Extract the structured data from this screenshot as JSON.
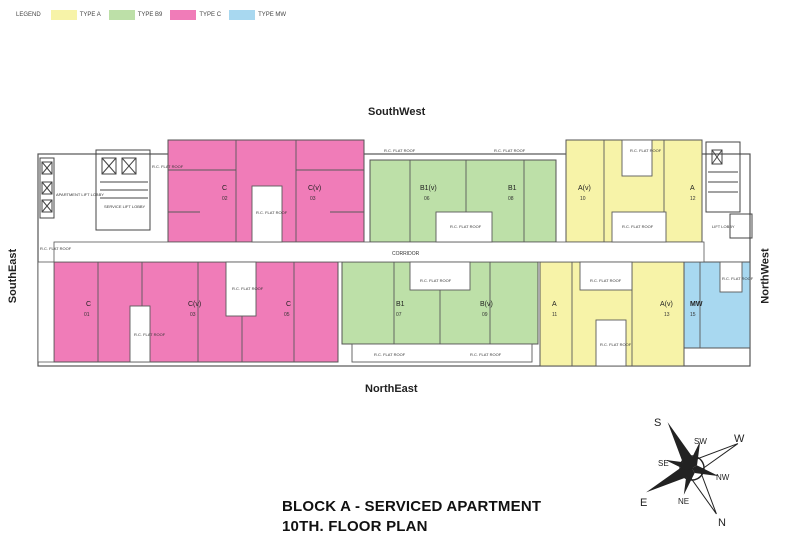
{
  "legend": {
    "label": "LEGEND",
    "items": [
      {
        "name": "TYPE A",
        "color": "#f7f3a8"
      },
      {
        "name": "TYPE B9",
        "color": "#bde0a8"
      },
      {
        "name": "TYPE C",
        "color": "#f07cb8"
      },
      {
        "name": "TYPE MW",
        "color": "#a8d8f0"
      }
    ]
  },
  "directions": {
    "top": "SouthWest",
    "bottom": "NorthEast",
    "left": "SouthEast",
    "right": "NorthWest"
  },
  "labels": {
    "corridor": "CORRIDOR",
    "rc_flat_roof": "R.C. FLAT ROOF",
    "apartment_lift_lobby": "APARTMENT LIFT LOBBY",
    "service_lift_lobby": "SERVICE LIFT LOBBY",
    "lift_lobby": "LIFT LOBBY"
  },
  "units": {
    "top": [
      {
        "type": "C",
        "num": "02"
      },
      {
        "type": "C(v)",
        "num": "03"
      },
      {
        "type": "B1(v)",
        "num": "06"
      },
      {
        "type": "B1",
        "num": "08"
      },
      {
        "type": "A(v)",
        "num": "10"
      },
      {
        "type": "A",
        "num": "12"
      }
    ],
    "bottom": [
      {
        "type": "C",
        "num": "01"
      },
      {
        "type": "C(v)",
        "num": "03"
      },
      {
        "type": "C",
        "num": "05"
      },
      {
        "type": "B1",
        "num": "07"
      },
      {
        "type": "B(v)",
        "num": "09"
      },
      {
        "type": "A",
        "num": "11"
      },
      {
        "type": "A(v)",
        "num": "13"
      },
      {
        "type": "MW",
        "num": "15"
      }
    ]
  },
  "title": {
    "line1": "BLOCK A - SERVICED APARTMENT",
    "line2": "10TH. FLOOR PLAN"
  },
  "compass": {
    "S": "S",
    "SW": "SW",
    "W": "W",
    "SE": "SE",
    "NW": "NW",
    "E": "E",
    "NE": "NE",
    "N": "N"
  }
}
